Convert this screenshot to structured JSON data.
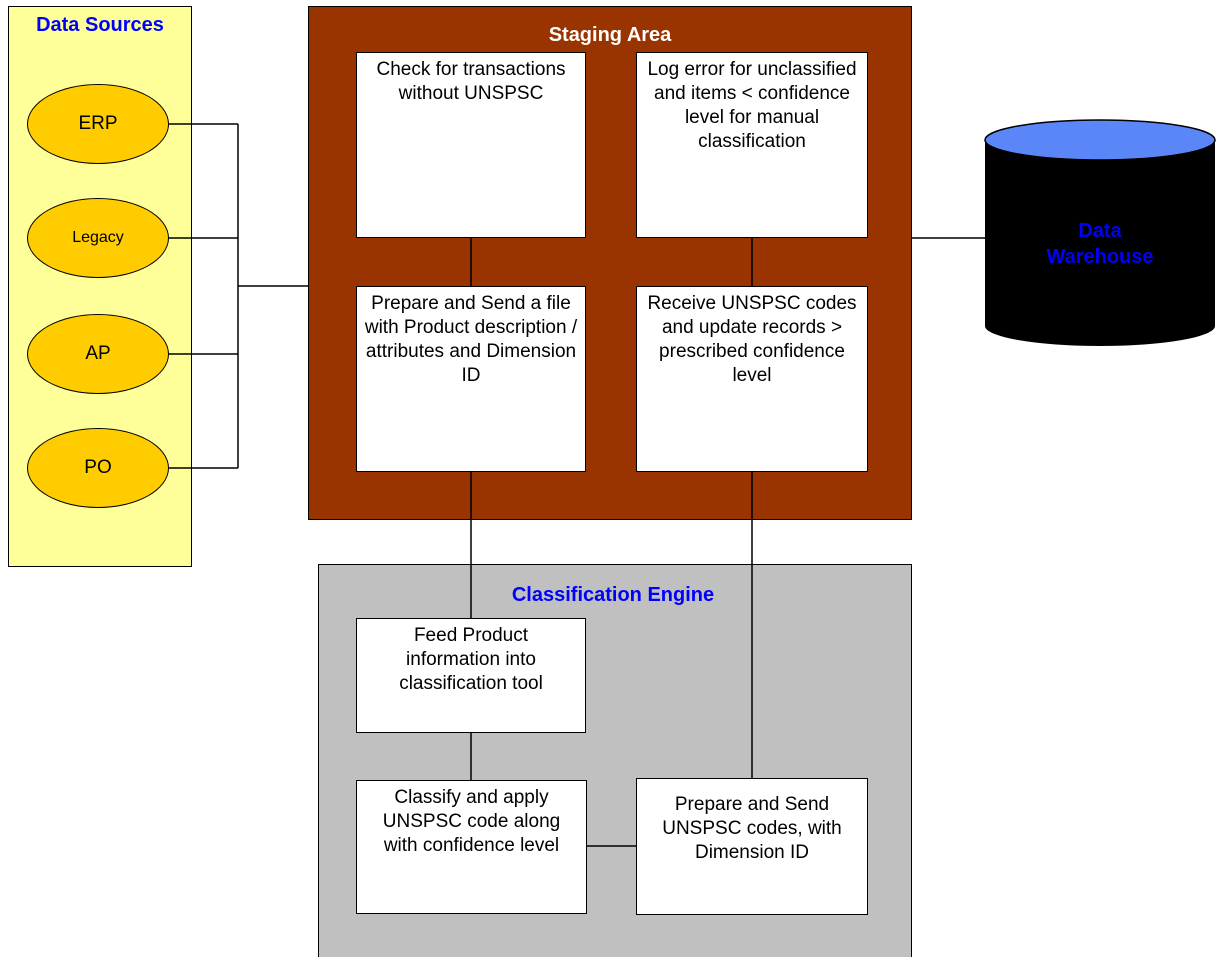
{
  "data_sources": {
    "title": "Data Sources",
    "items": [
      {
        "label": "ERP"
      },
      {
        "label": "Legacy"
      },
      {
        "label": "AP"
      },
      {
        "label": "PO"
      }
    ]
  },
  "staging": {
    "title": "Staging Area",
    "boxes": {
      "check": "Check for transactions without UNSPSC",
      "log_error": "Log error for unclassified and items < confidence level for manual classification",
      "prepare_send": "Prepare and Send a file with Product description / attributes  and Dimension ID",
      "receive": "Receive UNSPSC codes and update records > prescribed confidence level"
    }
  },
  "engine": {
    "title": "Classification Engine",
    "boxes": {
      "feed": "Feed Product information into classification tool",
      "classify": "Classify and apply UNSPSC code along with confidence level",
      "prepare_codes": "Prepare and Send UNSPSC codes, with Dimension  ID"
    }
  },
  "warehouse": {
    "label": "Data Warehouse"
  },
  "colors": {
    "sources_bg": "#ffff99",
    "staging_bg": "#993300",
    "engine_bg": "#c0c0c0",
    "ellipse_fill": "#ffcc00",
    "cylinder_top": "#5b86f7",
    "cylinder_body": "#000000",
    "title_blue": "#0000ff"
  }
}
